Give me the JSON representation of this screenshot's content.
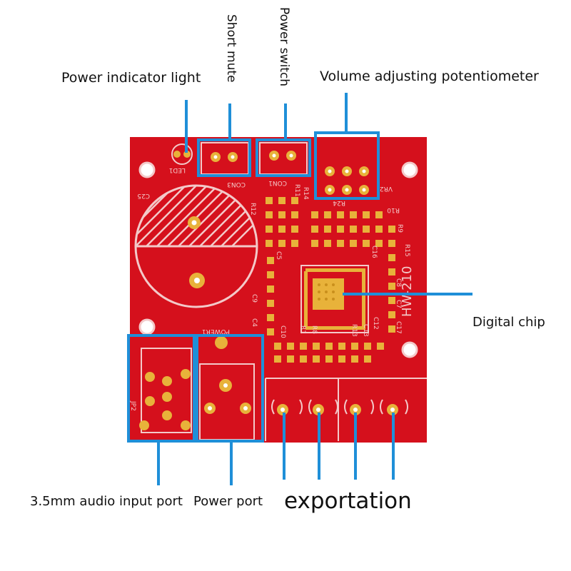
{
  "labels": {
    "power_indicator": "Power indicator light",
    "short_mute": "Short mute",
    "power_switch": "Power switch",
    "volume_pot": "Volume adjusting potentiometer",
    "digital_chip": "Digital chip",
    "audio_input": "3.5mm audio input port",
    "power_port": "Power port",
    "exportation": "exportation"
  },
  "silkscreen": {
    "model": "HW-210",
    "led": "LED1",
    "con3": "CON3",
    "con1": "CON1",
    "vr2": "VR2",
    "r24": "R24",
    "power1": "POWER1",
    "jp2": "JP2",
    "c25": "C25",
    "r10": "R10",
    "r9": "R9",
    "r15": "R15",
    "c8": "C8",
    "c7": "C7",
    "c17": "C17",
    "c12": "C12",
    "c13": "C13",
    "r13": "R13",
    "c9": "C9",
    "c10": "C10",
    "r1": "R1",
    "r8": "R8",
    "c4": "C4",
    "c5": "C5",
    "r11": "R11",
    "r12": "R12",
    "r14": "R14",
    "c16": "C16"
  },
  "colors": {
    "board": "#d5101c",
    "trace": "#f3c9c9",
    "pad": "#e8b23a",
    "callout": "#1f8fd8"
  }
}
